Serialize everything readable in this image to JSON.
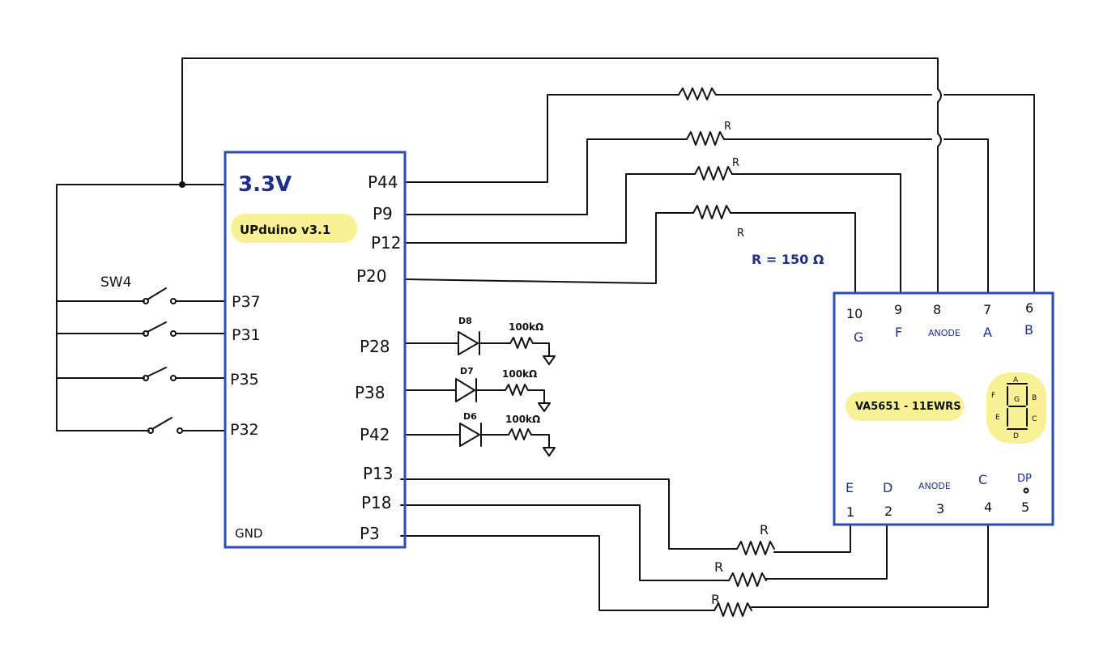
{
  "mcu": {
    "voltage": "3.3V",
    "name": "UPduino v3.1",
    "gnd": "GND",
    "pins_right": [
      "P44",
      "P9",
      "P12",
      "P20",
      "P28",
      "P38",
      "P42",
      "P13",
      "P18",
      "P3"
    ],
    "pins_left": [
      "P37",
      "P31",
      "P35",
      "P32"
    ]
  },
  "switch_label": "SW4",
  "leds": [
    {
      "name": "D8",
      "resistor": "100kΩ"
    },
    {
      "name": "D7",
      "resistor": "100kΩ"
    },
    {
      "name": "D6",
      "resistor": "100kΩ"
    }
  ],
  "resistor_label": "R",
  "resistor_value": "R = 150 Ω",
  "display": {
    "part": "VA5651 - 11EWRS",
    "top_pin_numbers": [
      "10",
      "9",
      "8",
      "7",
      "6"
    ],
    "top_pin_names": [
      "G",
      "F",
      "ANODE",
      "A",
      "B"
    ],
    "bottom_pin_names": [
      "E",
      "D",
      "ANODE",
      "C",
      "DP"
    ],
    "bottom_pin_numbers": [
      "1",
      "2",
      "3",
      "4",
      "5"
    ],
    "segments": [
      "A",
      "B",
      "C",
      "D",
      "E",
      "F",
      "G"
    ]
  }
}
